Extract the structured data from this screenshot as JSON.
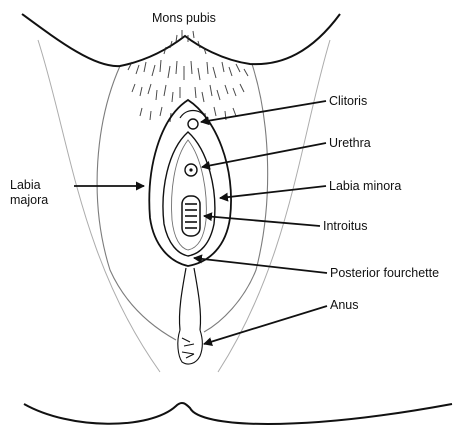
{
  "labels": {
    "mons_pubis": "Mons pubis",
    "clitoris": "Clitoris",
    "urethra": "Urethra",
    "labia_majora": "Labia majora",
    "labia_minora": "Labia minora",
    "introitus": "Introitus",
    "posterior_fourchette": "Posterior fourchette",
    "anus": "Anus"
  },
  "colors": {
    "line": "#111111",
    "hair": "#2a2a2a",
    "background": "#ffffff"
  }
}
